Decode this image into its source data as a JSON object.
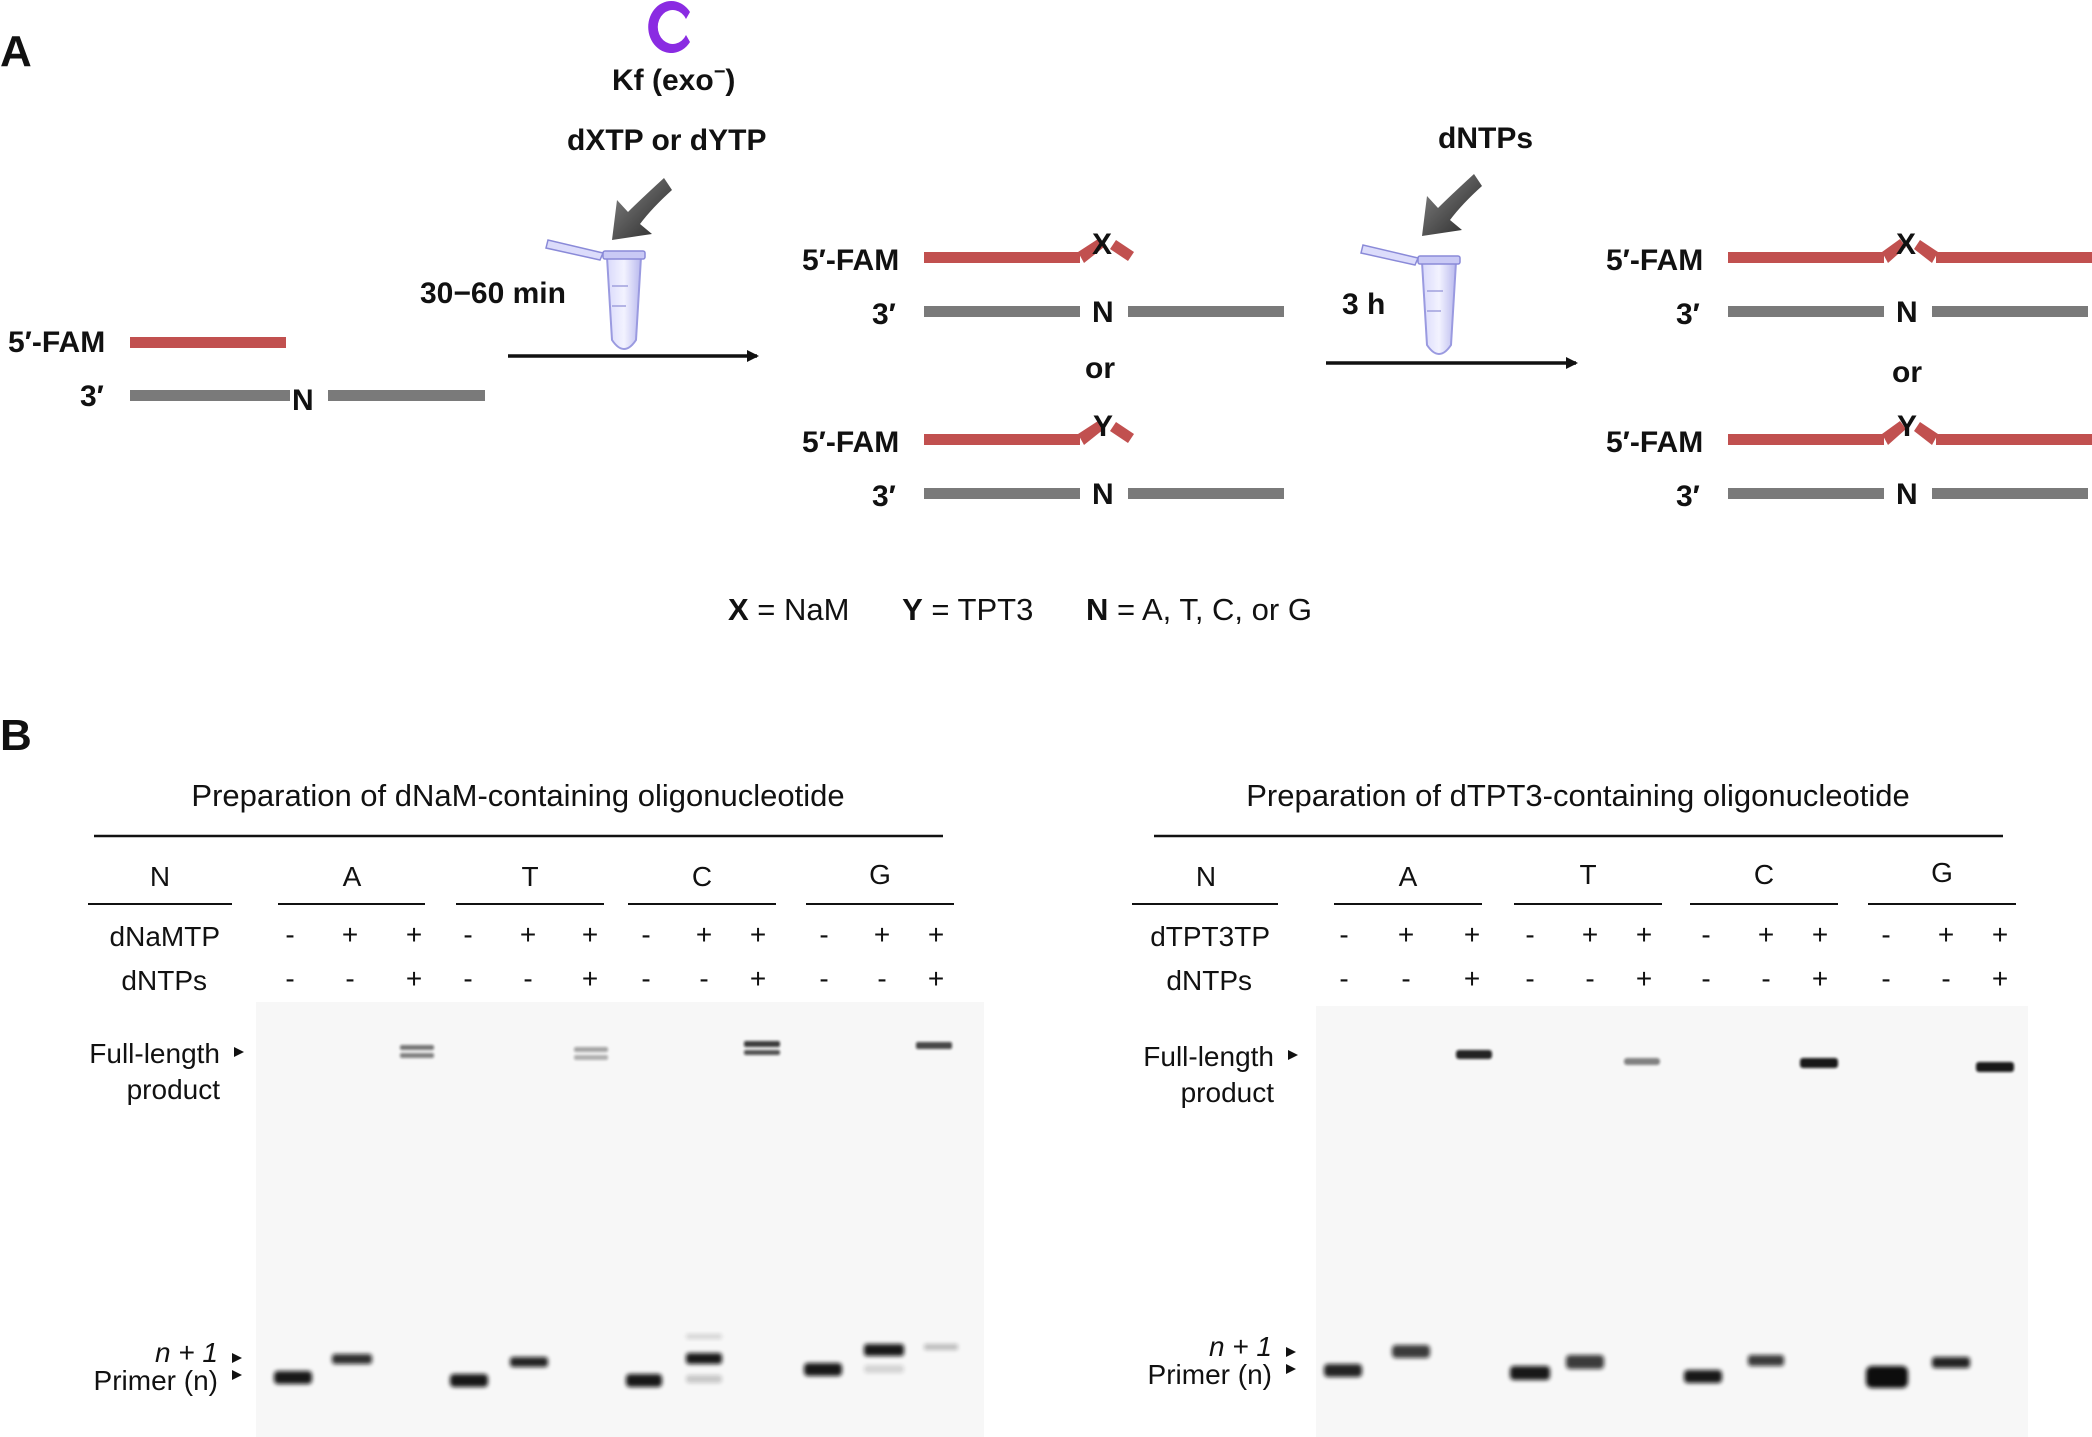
{
  "panel_a": {
    "label": "A",
    "enzyme": "Kf (exo",
    "enzyme_sup": "−",
    "enzyme_close": ")",
    "substrates": "dXTP or dYTP",
    "time1": "30−60 min",
    "reagent2": "dNTPs",
    "time2": "3 h",
    "fam": "5′-FAM",
    "three_prime": "3′",
    "n": "N",
    "x": "X",
    "y": "Y",
    "or": "or",
    "legend": {
      "x_key": "X",
      "x_val": " = NaM",
      "y_key": "Y",
      "y_val": " = TPT3",
      "n_key": "N",
      "n_val": " = A, T, C, or G"
    },
    "colors": {
      "primer": "#c1504f",
      "template": "#7a7a7a",
      "enzyme": "#8a2be2",
      "tube": "#b8b8ee"
    }
  },
  "panel_b": {
    "label": "B",
    "gels": [
      {
        "title": "Preparation of dNaM-containing oligonucleotide",
        "n_label": "N",
        "groups": [
          "A",
          "T",
          "C",
          "G"
        ],
        "row1_label": "dNaMTP",
        "row2_label": "dNTPs",
        "row1_signs": [
          "-",
          "+",
          "+"
        ],
        "row2_signs": [
          "-",
          "-",
          "+"
        ],
        "full_length_1": "Full-length",
        "full_length_2": "product",
        "n_plus_1": "n + 1",
        "primer": "Primer (n)"
      },
      {
        "title": "Preparation of dTPT3-containing oligonucleotide",
        "n_label": "N",
        "groups": [
          "A",
          "T",
          "C",
          "G"
        ],
        "row1_label": "dTPT3TP",
        "row2_label": "dNTPs",
        "row1_signs": [
          "-",
          "+",
          "+"
        ],
        "row2_signs": [
          "-",
          "-",
          "+"
        ],
        "full_length_1": "Full-length",
        "full_length_2": "product",
        "n_plus_1": "n + 1",
        "primer": "Primer (n)"
      }
    ]
  }
}
